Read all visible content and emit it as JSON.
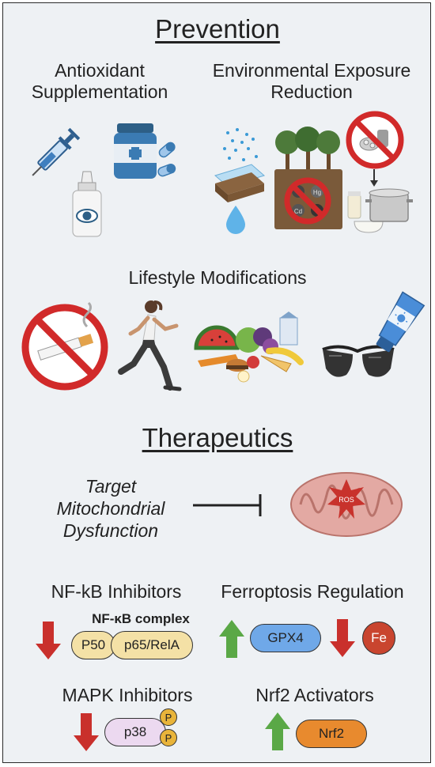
{
  "prevention": {
    "title": "Prevention",
    "antioxidant": {
      "line1": "Antioxidant",
      "line2": "Supplementation"
    },
    "environmental": {
      "line1": "Environmental Exposure",
      "line2": "Reduction"
    },
    "lifestyle": "Lifestyle Modifications",
    "metal_labels": {
      "hg": "Hg",
      "cd": "Cd"
    }
  },
  "therapeutics": {
    "title": "Therapeutics",
    "target": {
      "line1": "Target",
      "line2": "Mitochondrial",
      "line3": "Dysfunction"
    },
    "ros": "ROS",
    "nfkb": {
      "title": "NF-kB Inhibitors",
      "complex": "NF-κB complex",
      "p50": "P50",
      "p65": "p65/RelA"
    },
    "ferroptosis": {
      "title": "Ferroptosis Regulation",
      "gpx4": "GPX4",
      "fe": "Fe"
    },
    "mapk": {
      "title": "MAPK Inhibitors",
      "p38": "p38",
      "phospho": "P"
    },
    "nrf2": {
      "title": "Nrf2 Activators",
      "nrf2": "Nrf2"
    }
  },
  "colors": {
    "up_arrow": "#5aa846",
    "down_arrow": "#c9302c",
    "gpx4": "#6fa8e8",
    "fe": "#c9452f",
    "nrf2": "#e88a2e",
    "p50_p65": "#f4e1a6",
    "p38": "#ecd9f0",
    "phospho": "#e9b43a",
    "mito": "#e3a9a3"
  }
}
